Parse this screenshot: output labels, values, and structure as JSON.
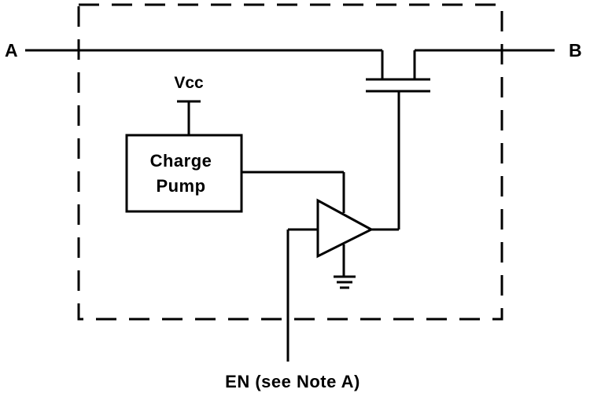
{
  "diagram": {
    "labels": {
      "terminal_a": "A",
      "terminal_b": "B",
      "supply": "Vcc",
      "charge_pump_line1": "Charge",
      "charge_pump_line2": "Pump",
      "enable": "EN (see Note A)"
    },
    "colors": {
      "stroke": "#000000",
      "background": "#ffffff"
    }
  }
}
